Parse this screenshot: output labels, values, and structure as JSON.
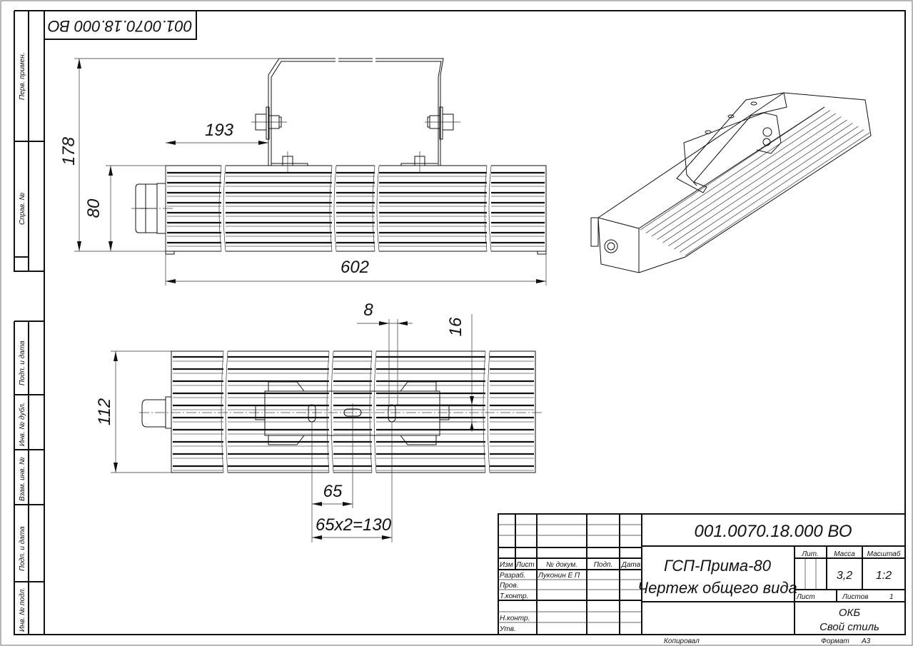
{
  "stamp": {
    "designation_rotated": "001.0070.18.000 ВО"
  },
  "side_strip": {
    "top": [
      "Перв. примен.",
      "Справ. №"
    ],
    "bottom": [
      "Подп. и дата",
      "Инв. № дубл.",
      "Взам. инв. №",
      "Подп. и дата",
      "Инв. № подл."
    ]
  },
  "dimensions": {
    "bracket_offset": "193",
    "total_height": "178",
    "body_height": "80",
    "length": "602",
    "slot_width": "8",
    "slot_length": "16",
    "body_width": "112",
    "hole_pitch": "65",
    "hole_span": "65x2=130"
  },
  "title_block": {
    "designation": "001.0070.18.000 ВО",
    "product_name": "ГСП-Прима-80",
    "document_name": "Чертеж общего вида",
    "col_headers": [
      "Изм",
      "Лист",
      "№ докум.",
      "Подп.",
      "Дата"
    ],
    "roles": [
      "Разраб.",
      "Пров.",
      "Т.контр.",
      "Н.контр.",
      "Утв."
    ],
    "developer": "Луконин Е П",
    "lit_label": "Лит.",
    "mass_label": "Масса",
    "scale_label": "Масштаб",
    "mass": "3,2",
    "scale": "1:2",
    "sheet_label": "Лист",
    "sheets_label": "Листов",
    "sheets": "1",
    "org_line1": "ОКБ",
    "org_line2": "Свой стиль",
    "copied_label": "Копировал",
    "format_label": "Формат",
    "format": "А3"
  }
}
